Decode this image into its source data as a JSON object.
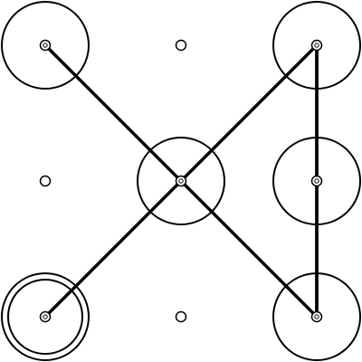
{
  "pattern_lock": {
    "grid": {
      "rows": 3,
      "cols": 3
    },
    "nodes": [
      {
        "id": 1,
        "row": 0,
        "col": 0,
        "selected": true,
        "last": false
      },
      {
        "id": 2,
        "row": 0,
        "col": 1,
        "selected": false,
        "last": false
      },
      {
        "id": 3,
        "row": 0,
        "col": 2,
        "selected": true,
        "last": false
      },
      {
        "id": 4,
        "row": 1,
        "col": 0,
        "selected": false,
        "last": false
      },
      {
        "id": 5,
        "row": 1,
        "col": 1,
        "selected": true,
        "last": false
      },
      {
        "id": 6,
        "row": 1,
        "col": 2,
        "selected": true,
        "last": false
      },
      {
        "id": 7,
        "row": 2,
        "col": 0,
        "selected": true,
        "last": true
      },
      {
        "id": 8,
        "row": 2,
        "col": 1,
        "selected": false,
        "last": false
      },
      {
        "id": 9,
        "row": 2,
        "col": 2,
        "selected": true,
        "last": false
      }
    ],
    "path": [
      1,
      5,
      9,
      3,
      7
    ],
    "extra_lines": [
      [
        3,
        9
      ]
    ],
    "colors": {
      "stroke": "#000000",
      "background": "#ffffff"
    }
  }
}
